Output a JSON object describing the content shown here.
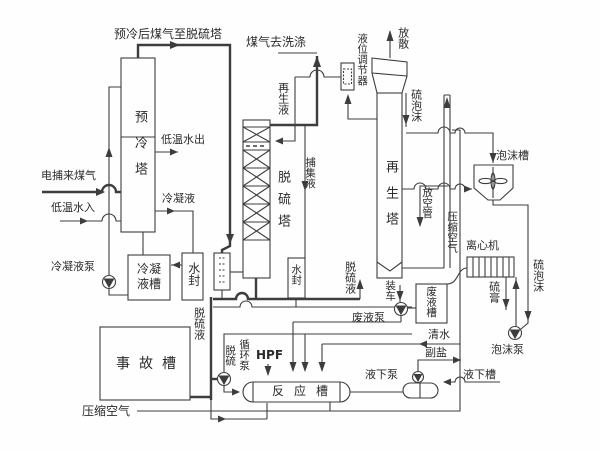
{
  "diagram": {
    "type": "process-flow-diagram",
    "background": "#fefefe",
    "line_color": "#3d3d3d",
    "labels": {
      "precooled_gas": "预冷后煤气至脱硫塔",
      "gas_to_washing": "煤气去洗涤",
      "vent": "放散",
      "level_regulator": "液位调节器",
      "regen_liquid": "再生液",
      "sulfur_foam_top": "硫泡沫",
      "precool_tower": "预冷塔",
      "low_temp_water_out": "低温水出",
      "gas_from_ep": "电捕来煤气",
      "low_temp_water_in": "低温水入",
      "condensate": "冷凝液",
      "collect_liquid": "捕集液",
      "desulf_tower": "脱硫塔",
      "regen_tower": "再生塔",
      "foam_tank": "泡沫槽",
      "vent_pipe": "放空管",
      "comp_air_right": "压缩空气",
      "centrifuge": "离心机",
      "sulfur_foam_right": "硫泡沫",
      "sulfur_paste": "硫膏",
      "condensate_pump": "冷凝液泵",
      "condensate_tank_row1": "冷凝",
      "condensate_tank_row2": "液槽",
      "water_seal_left": "水封",
      "water_seal_mid": "水封",
      "desulf_liquid_left": "脱硫液",
      "desulf_liquid_mid": "脱硫液",
      "accident_tank": "事故槽",
      "circ_pump_col1": "脱硫",
      "circ_pump_col2": "循环泵",
      "hpf": "HPF",
      "reaction_tank": "反应槽",
      "loading": "装车",
      "waste_pump": "废液泵",
      "waste_tank": "废液槽",
      "clean_water": "清水",
      "by_salt": "副盐",
      "submerged_pump": "液下泵",
      "submerged_tank": "液下槽",
      "foam_pump": "泡沫泵",
      "comp_air_bottom": "压缩空气"
    }
  }
}
